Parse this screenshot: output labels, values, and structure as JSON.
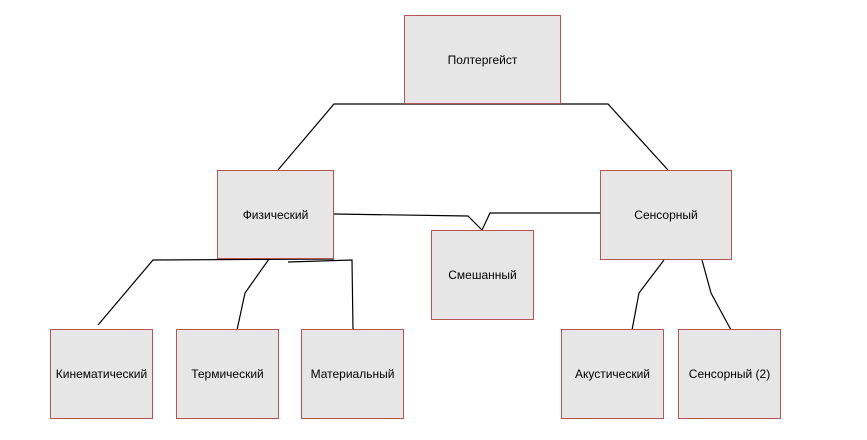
{
  "diagram": {
    "nodes": {
      "poltergeist": {
        "label": "Полтергейст"
      },
      "physical": {
        "label": "Физический"
      },
      "sensory": {
        "label": "Сенсорный"
      },
      "mixed": {
        "label": "Смешанный"
      },
      "kinematic": {
        "label": "Кинематический"
      },
      "thermal": {
        "label": "Термический"
      },
      "material": {
        "label": "Материальный"
      },
      "acoustic": {
        "label": "Акустический"
      },
      "sensory2": {
        "label": "Сенсорный (2)"
      }
    },
    "edges": [
      {
        "from": "poltergeist",
        "to": "physical"
      },
      {
        "from": "poltergeist",
        "to": "sensory"
      },
      {
        "from": "physical",
        "to": "mixed"
      },
      {
        "from": "sensory",
        "to": "mixed"
      },
      {
        "from": "physical",
        "to": "kinematic"
      },
      {
        "from": "physical",
        "to": "thermal"
      },
      {
        "from": "physical",
        "to": "material"
      },
      {
        "from": "sensory",
        "to": "acoustic"
      },
      {
        "from": "sensory",
        "to": "sensory2"
      }
    ],
    "colors": {
      "node_fill": "#e6e6e6",
      "node_border": "#b85450",
      "line": "#000000"
    }
  }
}
